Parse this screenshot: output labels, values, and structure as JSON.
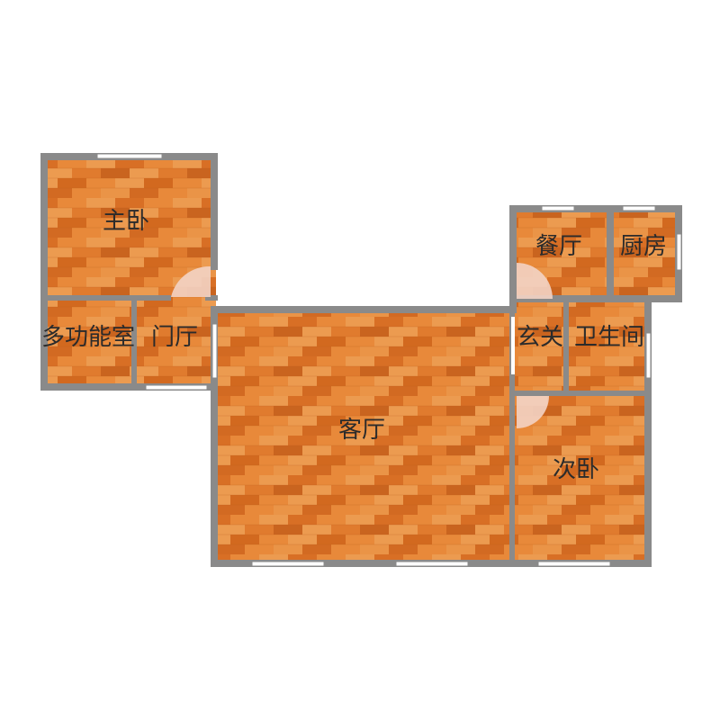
{
  "rooms": {
    "master_bedroom": "主卧",
    "multi_room": "多功能室",
    "hall": "门厅",
    "living_room": "客厅",
    "dining_room": "餐厅",
    "kitchen": "厨房",
    "entrance": "玄关",
    "bathroom": "卫生间",
    "second_bedroom": "次卧"
  },
  "colors": {
    "wall": "#8a8a8a",
    "floor": "#e07b2e",
    "floor_light": "#ec9b50",
    "floor_dark": "#c9641f",
    "window": "#ffffff",
    "door_swing": "#f3d3c4"
  }
}
